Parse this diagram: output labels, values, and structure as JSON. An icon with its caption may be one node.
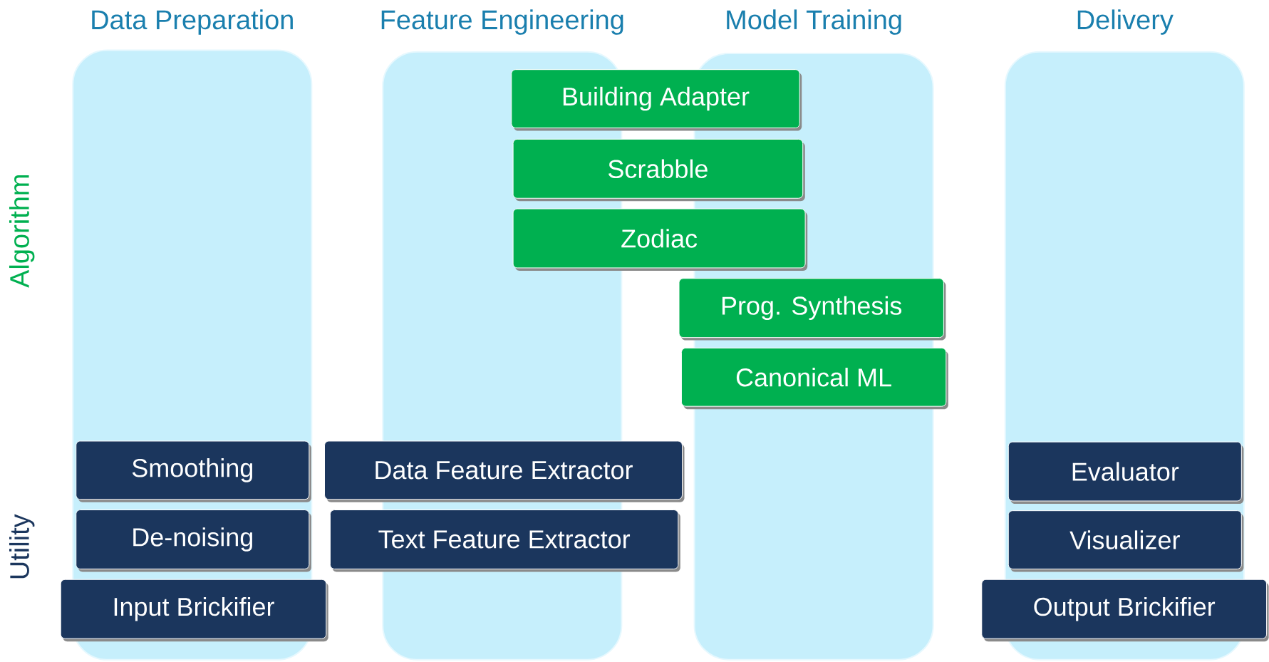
{
  "diagram": {
    "nodes": [
      {
        "text": [
          "Data Preparation"
        ]
      },
      {
        "text": [
          "Feature Engineering"
        ]
      },
      {
        "text": [
          "Model Training"
        ]
      },
      {
        "text": [
          "Delivery"
        ]
      },
      {
        "text": [
          "Building Adapter"
        ]
      },
      {
        "text": [
          "Scrabble"
        ]
      },
      {
        "text": [
          "Zodiac"
        ]
      },
      {
        "text": [
          "Prog. Synthesis"
        ]
      },
      {
        "text": [
          "Canonical ML"
        ]
      },
      {
        "text": [
          "Smoothing"
        ],
        "in": 0
      },
      {
        "text": [
          "Data Feature Extractor"
        ]
      },
      {
        "text": [
          "Evaluator"
        ],
        "in": 3
      },
      {
        "text": [
          "De-noising"
        ],
        "in": 0
      },
      {
        "text": [
          "Text Feature Extractor"
        ]
      },
      {
        "text": [
          "Visualizer"
        ],
        "in": 3
      },
      {
        "text": [
          "Input Brickifier"
        ]
      },
      {
        "text": [
          "Output Brickifier"
        ]
      }
    ],
    "labels": [
      "Algorithm",
      "Utility"
    ]
  }
}
